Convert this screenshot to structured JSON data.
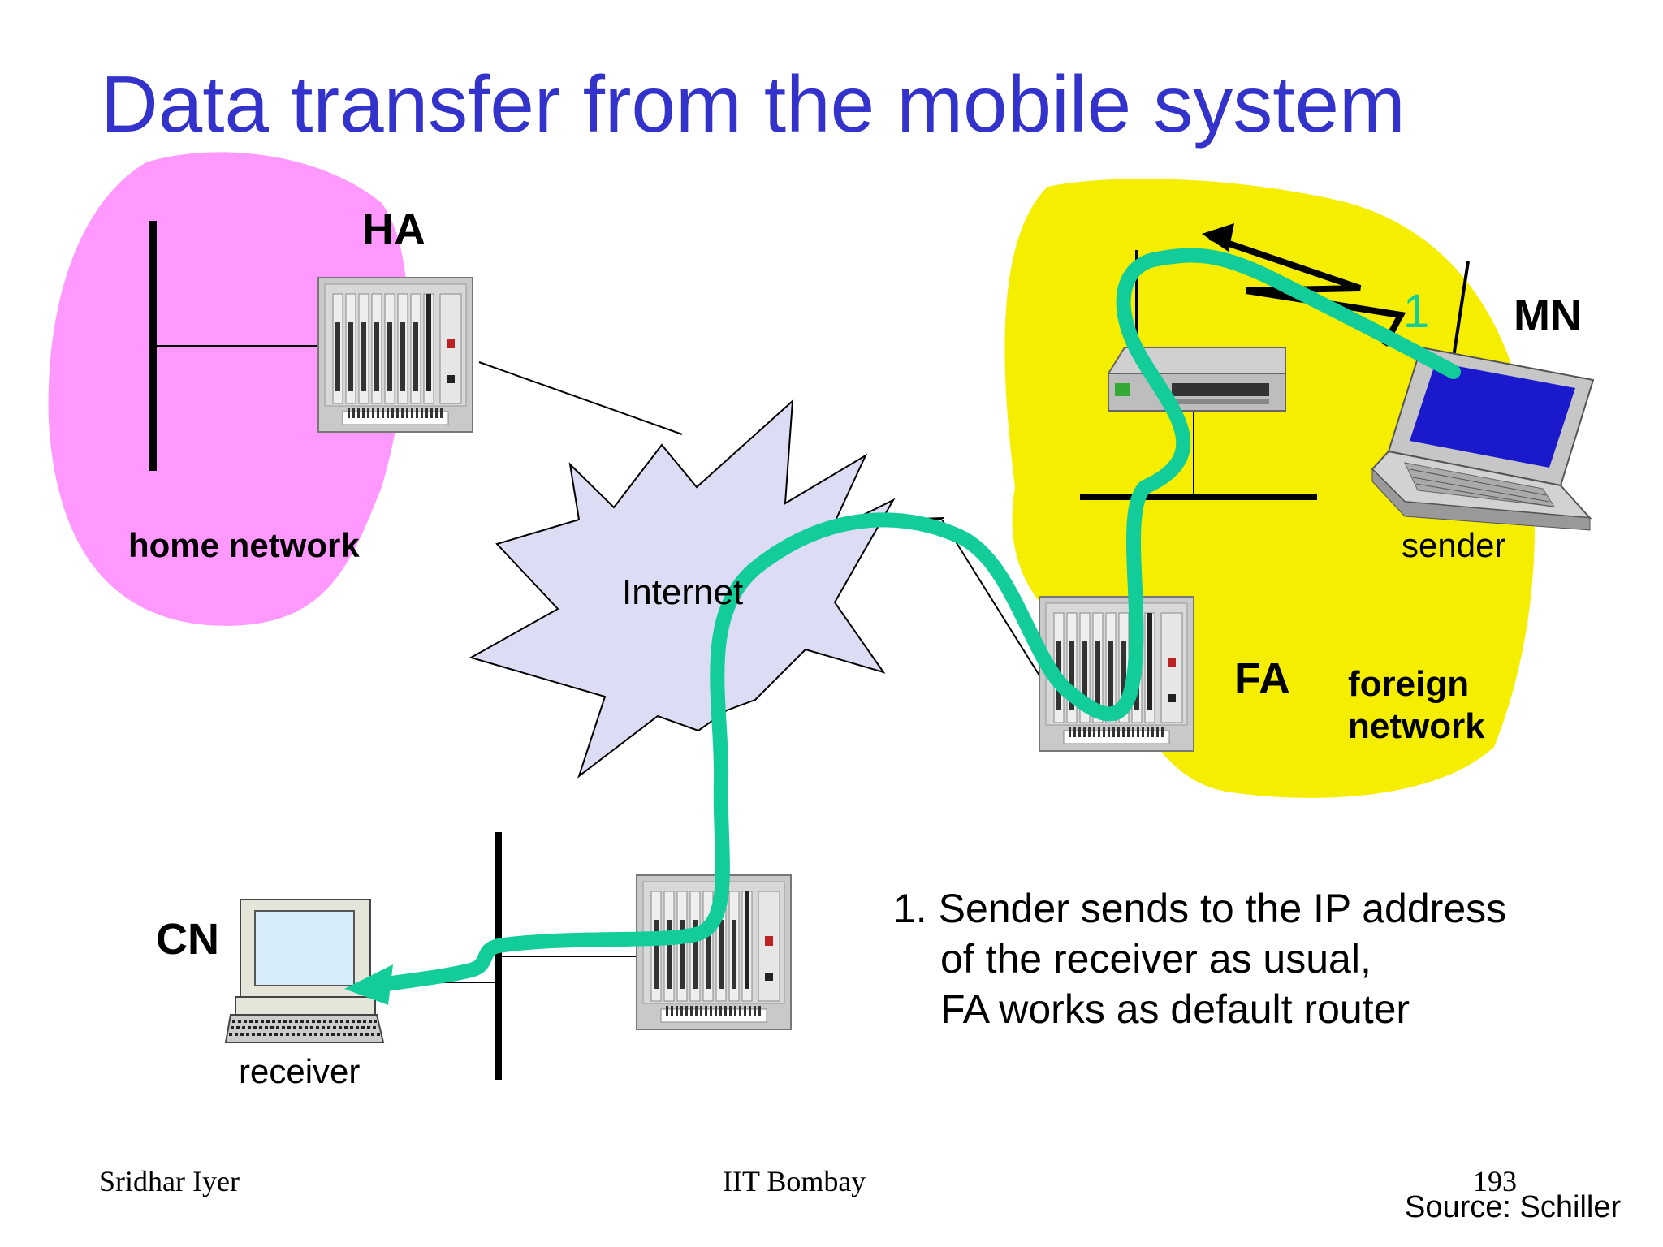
{
  "slide": {
    "title": "Data transfer from the mobile system",
    "labels": {
      "ha": "HA",
      "home_network": "home network",
      "internet": "Internet",
      "mn": "MN",
      "sender": "sender",
      "step_number": "1",
      "fa": "FA",
      "foreign_network_line1": "foreign",
      "foreign_network_line2": "network",
      "cn": "CN",
      "receiver": "receiver"
    },
    "note": {
      "line1": "1. Sender sends to the IP address",
      "line2": "of the receiver as usual,",
      "line3": "FA works as default router"
    },
    "footer": {
      "author": "Sridhar Iyer",
      "institution": "IIT Bombay",
      "page_number": "193",
      "source": "Source: Schiller"
    }
  },
  "colors": {
    "title": "#3333cc",
    "home_network": "#ff99ff",
    "foreign_network": "#f5ee00",
    "internet_cloud": "#dcdcf4",
    "data_path": "#12cc99"
  }
}
